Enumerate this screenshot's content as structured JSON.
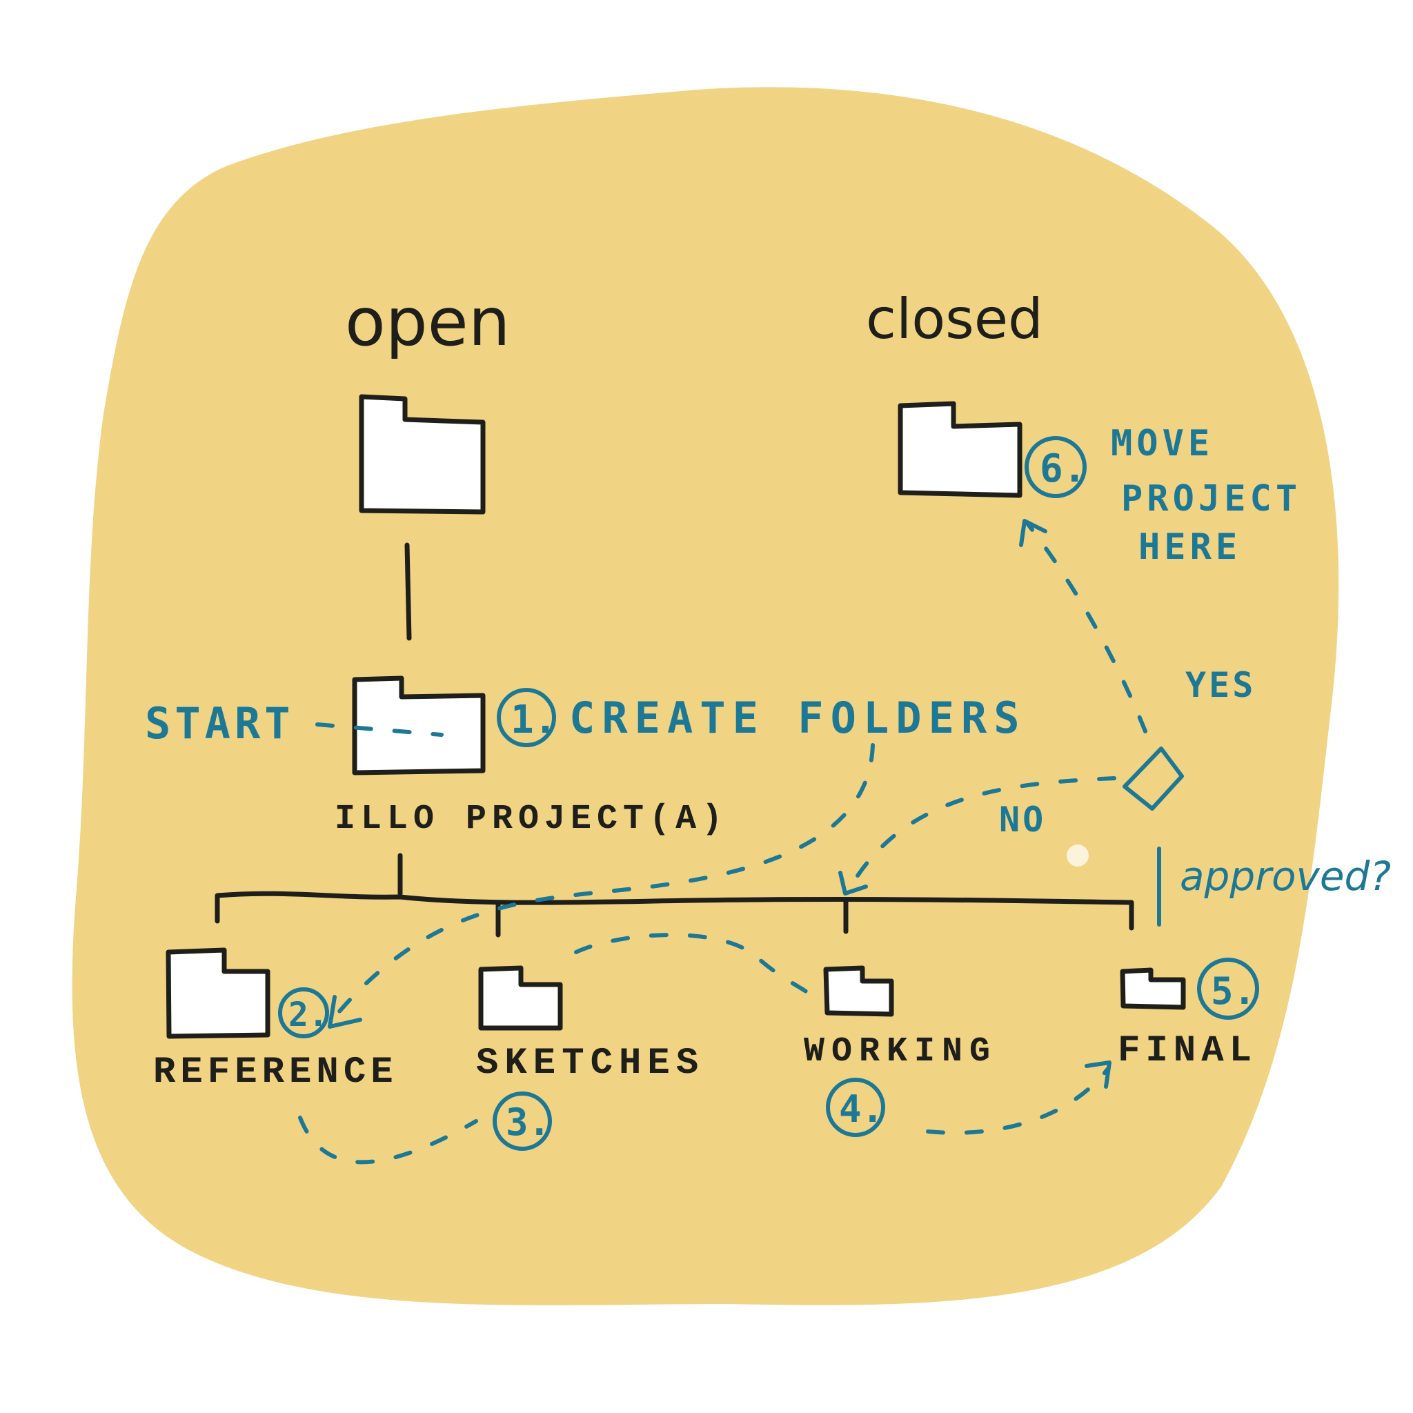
{
  "colors": {
    "background_blob": "#f0d484",
    "ink": "#1e1e1a",
    "annotation_blue": "#1d7896",
    "folder_fill": "#ffffff"
  },
  "headings": {
    "open": "open",
    "closed": "closed"
  },
  "project_folder_label": "ILLO PROJECT(A)",
  "subfolders": {
    "reference": "REFERENCE",
    "sketches": "SKETCHES",
    "working": "WORKING",
    "final": "FINAL"
  },
  "steps": {
    "start": "START",
    "step1_number": "1.",
    "step1_label": "CREATE FOLDERS",
    "step2_number": "2.",
    "step3_number": "3.",
    "step4_number": "4.",
    "step5_number": "5.",
    "step6_number": "6.",
    "step6_label_line1": "MOVE",
    "step6_label_line2": "PROJECT",
    "step6_label_line3": "HERE"
  },
  "decision": {
    "question": "approved?",
    "yes": "YES",
    "no": "NO"
  }
}
